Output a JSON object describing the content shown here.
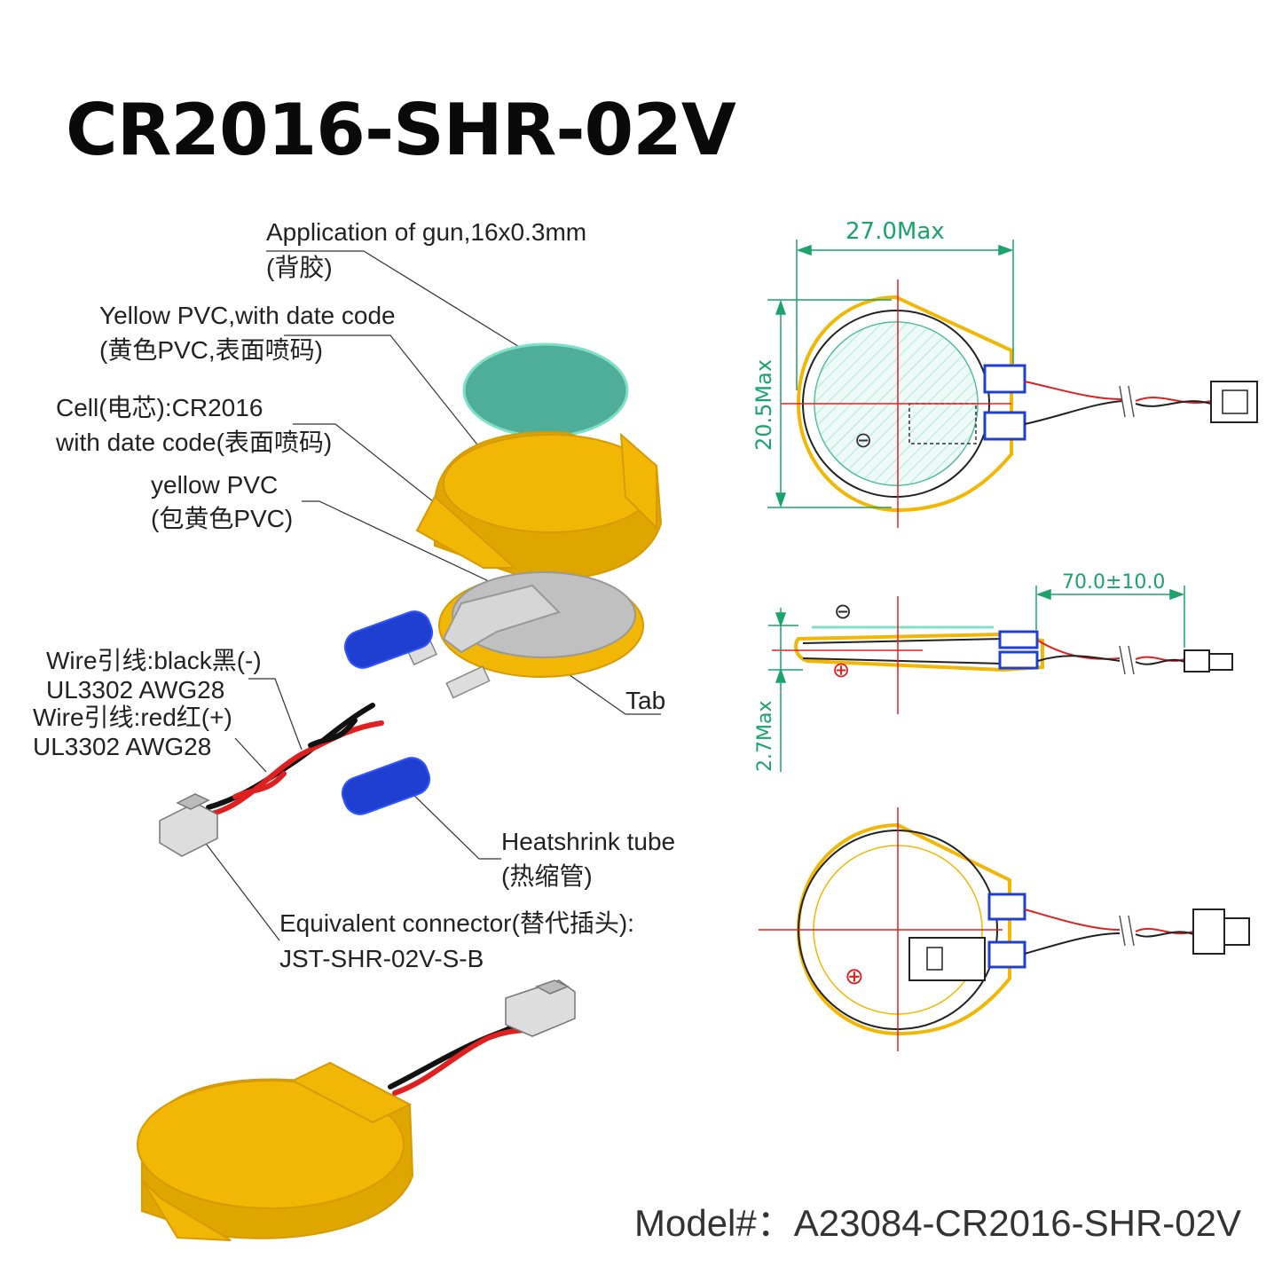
{
  "title": "CR2016-SHR-02V",
  "labels": {
    "gun_line1": "Application of gun,16x0.3mm",
    "gun_line2": "(背胶)",
    "ypvc_line1": "Yellow PVC,with date code",
    "ypvc_line2": "(黄色PVC,表面喷码)",
    "cell_line1": "Cell(电芯):CR2016",
    "cell_line2": "with date code(表面喷码)",
    "ypvc2_line1": "yellow PVC",
    "ypvc2_line2": "(包黄色PVC)",
    "wire_black_line1": "Wire引线:black黑(-)",
    "wire_black_line2": "UL3302 AWG28",
    "wire_red_line1": "Wire引线:red红(+)",
    "wire_red_line2": "UL3302 AWG28",
    "tab": "Tab",
    "heatshrink_line1": "Heatshrink tube",
    "heatshrink_line2": "(热缩管)",
    "connector_line1": "Equivalent connector(替代插头):",
    "connector_line2": "JST-SHR-02V-S-B"
  },
  "dimensions": {
    "width": "27.0Max",
    "height": "20.5Max",
    "lead": "70.0±10.0",
    "thickness": "2.7Max"
  },
  "polarity": {
    "negative": "⊖",
    "positive": "⊕"
  },
  "model": "Model#：A23084-CR2016-SHR-02V",
  "colors": {
    "pvc_yellow": "#f2b705",
    "pvc_outline": "#d79a00",
    "adhesive_teal": "#4fae97",
    "cell_gray": "#c0c0c0",
    "heatshrink_blue": "#1f3fd1",
    "wire_red": "#e02020",
    "wire_black": "#111111",
    "dimension_green": "#1aa36a",
    "centerline_red": "#e02020"
  }
}
